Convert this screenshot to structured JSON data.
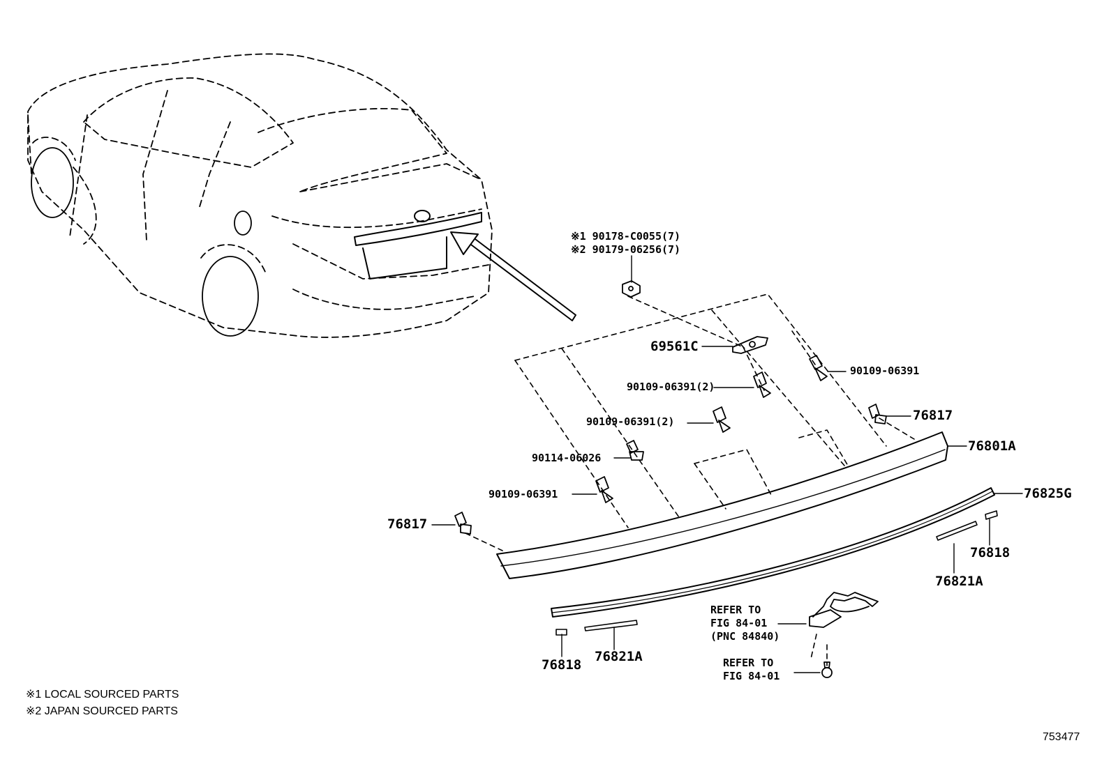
{
  "parts": {
    "local_nut": "※1 90178-C0055(7)",
    "japan_nut": "※2 90179-06256(7)",
    "part_69561c": "69561C",
    "bolt_top_right": "90109-06391",
    "bolt_2a": "90109-06391(2)",
    "bolt_2b": "90109-06391(2)",
    "screw_90114": "90114-06026",
    "bolt_left": "90109-06391",
    "clip_right": "76817",
    "clip_left": "76817",
    "garnish": "76801A",
    "molding": "76825G",
    "cap_right": "76818",
    "tape_right": "76821A",
    "cap_left": "76818",
    "tape_left": "76821A"
  },
  "refs": {
    "lamp_line1": "REFER TO",
    "lamp_line2": "FIG 84-01",
    "lamp_line3": "(PNC 84840)",
    "screw_line1": "REFER TO",
    "screw_line2": "FIG 84-01"
  },
  "notes": {
    "note1": "※1 LOCAL SOURCED PARTS",
    "note2": "※2 JAPAN SOURCED PARTS"
  },
  "figure_number": "753477"
}
